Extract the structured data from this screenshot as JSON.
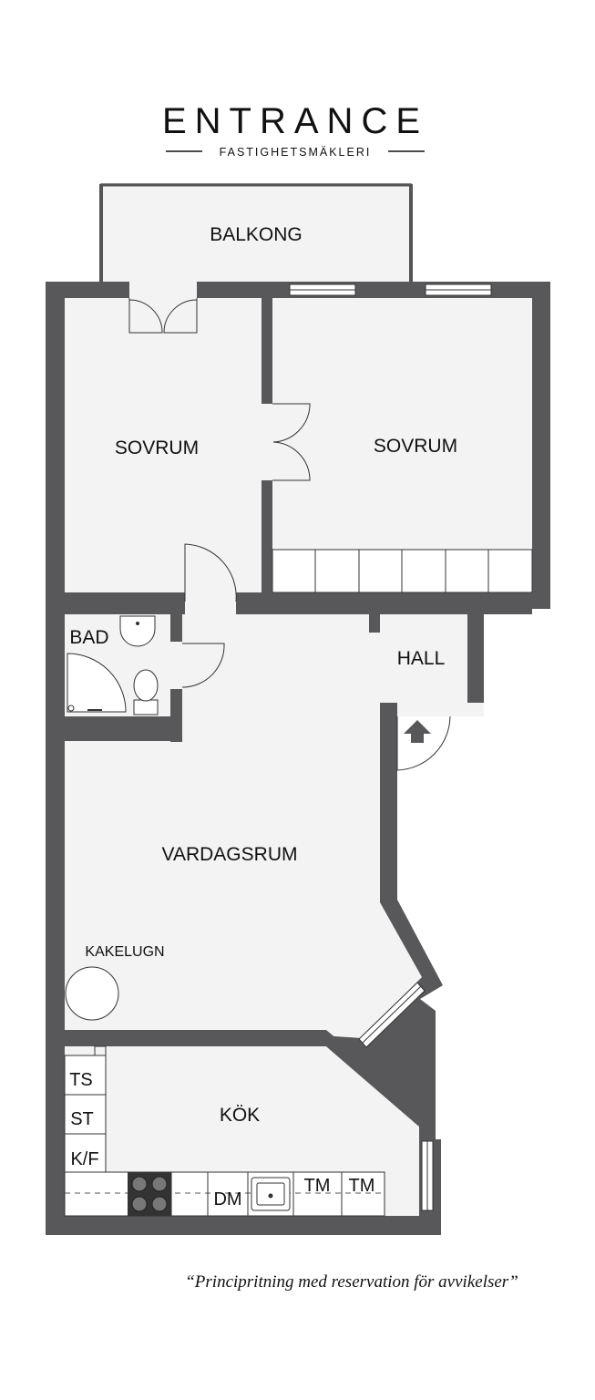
{
  "brand": {
    "name": "ENTRANCE",
    "tagline": "FASTIGHETSMÄKLERI"
  },
  "rooms": {
    "balkong": "BALKONG",
    "sovrum_left": "SOVRUM",
    "sovrum_right": "SOVRUM",
    "bad": "BAD",
    "hall": "HALL",
    "vardagsrum": "VARDAGSRUM",
    "kakelugn": "KAKELUGN",
    "kok": "KÖK"
  },
  "appliances": {
    "ts": "TS",
    "st": "ST",
    "kf": "K/F",
    "dm": "DM",
    "tm1": "TM",
    "tm2": "TM"
  },
  "disclaimer": "“Principritning med reservation för avvikelser”",
  "colors": {
    "wall": "#58585a",
    "floor": "#f3f3f3",
    "text": "#111111"
  }
}
